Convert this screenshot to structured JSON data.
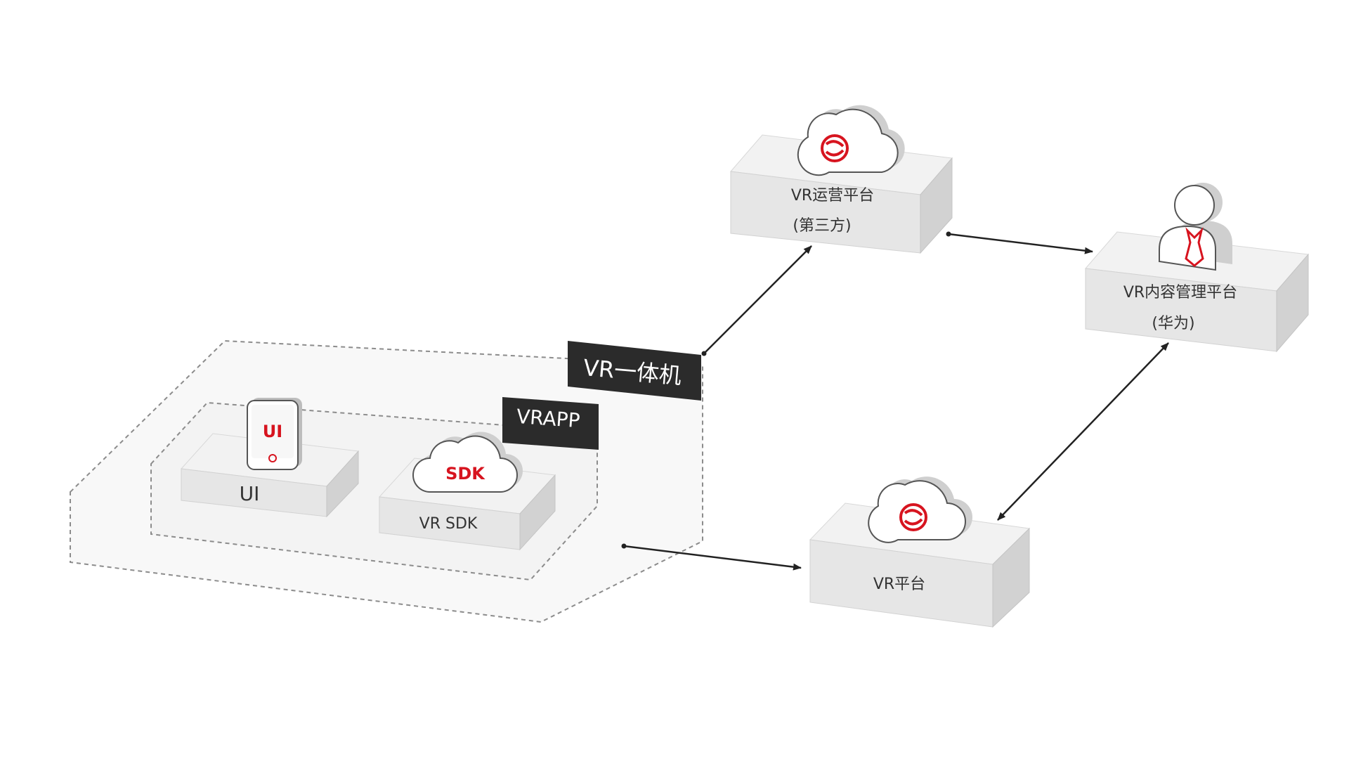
{
  "labels": {
    "vr_device_tag": "VR一体机",
    "vrapp_tag": "VRAPP",
    "ui_box": "UI",
    "ui_phone_text": "UI",
    "vr_sdk_box": "VR SDK",
    "sdk_cloud_text": "SDK",
    "ops_platform_line1": "VR运营平台",
    "ops_platform_line2": "(第三方)",
    "cms_platform_line1": "VR内容管理平台",
    "cms_platform_line2": "(华为)",
    "vr_platform": "VR平台"
  },
  "colors": {
    "accent": "#d7141f",
    "tag_bg": "#2b2b2b",
    "box_top": "#f2f2f2",
    "box_front": "#e6e6e6",
    "box_side": "#d2d2d2",
    "dashed": "#8c8c8c",
    "arrow": "#222222"
  },
  "icons": {
    "cloud_logo": "huawei-cloud-icon",
    "person": "person-with-tie-icon",
    "phone": "mobile-phone-icon"
  }
}
